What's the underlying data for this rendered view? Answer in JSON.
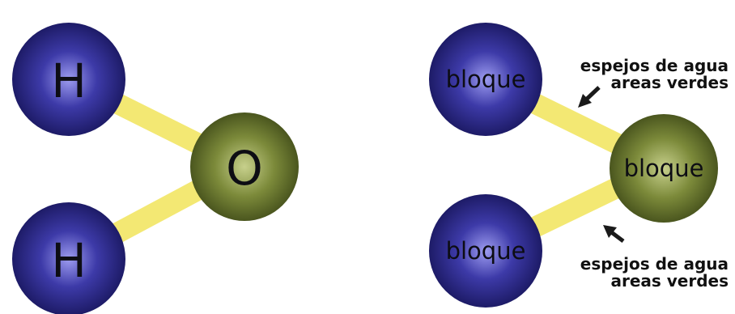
{
  "molecules": [
    {
      "id": "water",
      "atoms": [
        {
          "role": "hydrogen-top",
          "label": "H",
          "color": "blue"
        },
        {
          "role": "hydrogen-bottom",
          "label": "H",
          "color": "blue"
        },
        {
          "role": "oxygen",
          "label": "O",
          "color": "olive"
        }
      ]
    },
    {
      "id": "blocks",
      "atoms": [
        {
          "role": "block-top",
          "label": "bloque",
          "color": "blue"
        },
        {
          "role": "block-bottom",
          "label": "bloque",
          "color": "blue"
        },
        {
          "role": "block-center",
          "label": "bloque",
          "color": "olive"
        }
      ],
      "annotations": [
        {
          "line1": "espejos de agua",
          "line2": "areas verdes"
        },
        {
          "line1": "espejos de agua",
          "line2": "areas verdes"
        }
      ]
    }
  ],
  "colors": {
    "bond": "#f3e873",
    "blue_light": "#9d9cf0",
    "blue_mid": "#3d3aa8",
    "blue_dark": "#17155a",
    "olive_light": "#c7d08c",
    "olive_mid": "#7c8a3a",
    "olive_dark": "#3f4a18",
    "arrow": "#1a1a1a"
  }
}
